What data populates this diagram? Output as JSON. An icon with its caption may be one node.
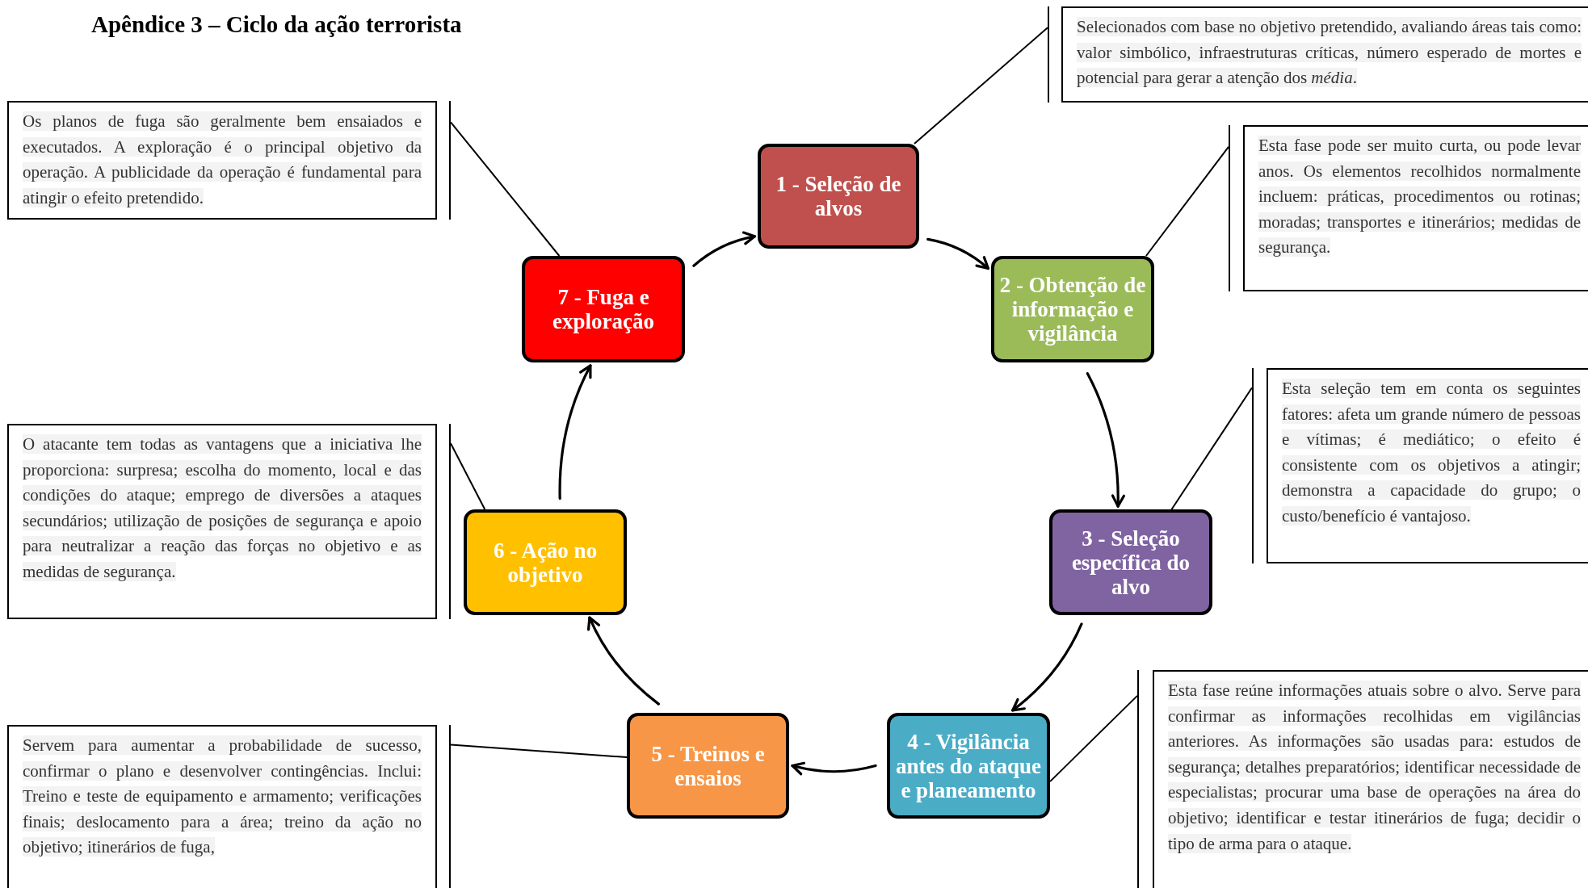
{
  "diagram": {
    "title": "Apêndice 3 – Ciclo da ação terrorista",
    "nodes": [
      {
        "text": [
          "1 - Seleção de alvos"
        ]
      },
      {
        "text": [
          "2 - Obtenção de informação e vigilância"
        ]
      },
      {
        "text": [
          "3 - Seleção específica do alvo"
        ]
      },
      {
        "text": [
          "4 - Vigilância antes do ataque e planeamento"
        ]
      },
      {
        "text": [
          "5 - Treinos e ensaios"
        ]
      },
      {
        "text": [
          "6 - Ação no objetivo"
        ]
      },
      {
        "text": [
          "7 - Fuga e exploração"
        ]
      },
      {
        "text": [
          "Selecionados com base no objetivo pretendido, avaliando áreas tais como: valor simbólico, infraestruturas críticas, número esperado de mortes e potencial para gerar a atenção dos *média*."
        ]
      },
      {
        "text": [
          "Esta fase pode ser muito curta, ou pode levar anos. Os elementos recolhidos normalmente incluem: práticas, procedimentos ou rotinas; moradas; transportes e itinerários; medidas de segurança."
        ]
      },
      {
        "text": [
          "Esta seleção tem em conta os seguintes fatores: afeta um grande número de pessoas e vítimas; é mediático; o efeito é consistente com os objetivos a atingir; demonstra a capacidade do grupo; o custo/benefício é vantajoso."
        ]
      },
      {
        "text": [
          "Esta fase reúne informações atuais sobre o alvo. Serve para confirmar as informações recolhidas em vigilâncias anteriores. As informações são usadas para: estudos de segurança; detalhes preparatórios; identificar necessidade de especialistas; procurar uma base de operações na área do objetivo; identificar e testar itinerários de fuga; decidir o tipo de arma para o ataque."
        ]
      },
      {
        "text": [
          "Servem para aumentar a probabilidade de sucesso, confirmar o plano e desenvolver contingências. Inclui: Treino e teste de equipamento e armamento; verificações finais; deslocamento para a área; treino da ação no objetivo; itinerários de fuga,"
        ]
      },
      {
        "text": [
          "O atacante tem todas as vantagens que a iniciativa lhe proporciona: surpresa; escolha do momento, local e das condições do ataque; emprego de diversões a ataques secundários; utilização de posições de segurança e apoio para neutralizar a reação das forças no objetivo e as medidas de segurança."
        ]
      },
      {
        "text": [
          "Os planos de fuga são geralmente bem ensaiados e executados. A exploração é o principal objetivo da operação. A publicidade da operação é fundamental para atingir o efeito pretendido."
        ]
      }
    ],
    "edges": [
      {
        "from": 0,
        "to": 1,
        "arrow": "to"
      },
      {
        "from": 1,
        "to": 2,
        "arrow": "to"
      },
      {
        "from": 2,
        "to": 3,
        "arrow": "to"
      },
      {
        "from": 3,
        "to": 4,
        "arrow": "to"
      },
      {
        "from": 4,
        "to": 5,
        "arrow": "to"
      },
      {
        "from": 5,
        "to": 6,
        "arrow": "to"
      },
      {
        "from": 6,
        "to": 0,
        "arrow": "to"
      },
      {
        "from": 7,
        "to": 0,
        "arrow": "none"
      },
      {
        "from": 8,
        "to": 1,
        "arrow": "none"
      },
      {
        "from": 9,
        "to": 2,
        "arrow": "none"
      },
      {
        "from": 10,
        "to": 3,
        "arrow": "none"
      },
      {
        "from": 11,
        "to": 4,
        "arrow": "none"
      },
      {
        "from": 12,
        "to": 5,
        "arrow": "none"
      },
      {
        "from": 13,
        "to": 6,
        "arrow": "none"
      }
    ]
  }
}
